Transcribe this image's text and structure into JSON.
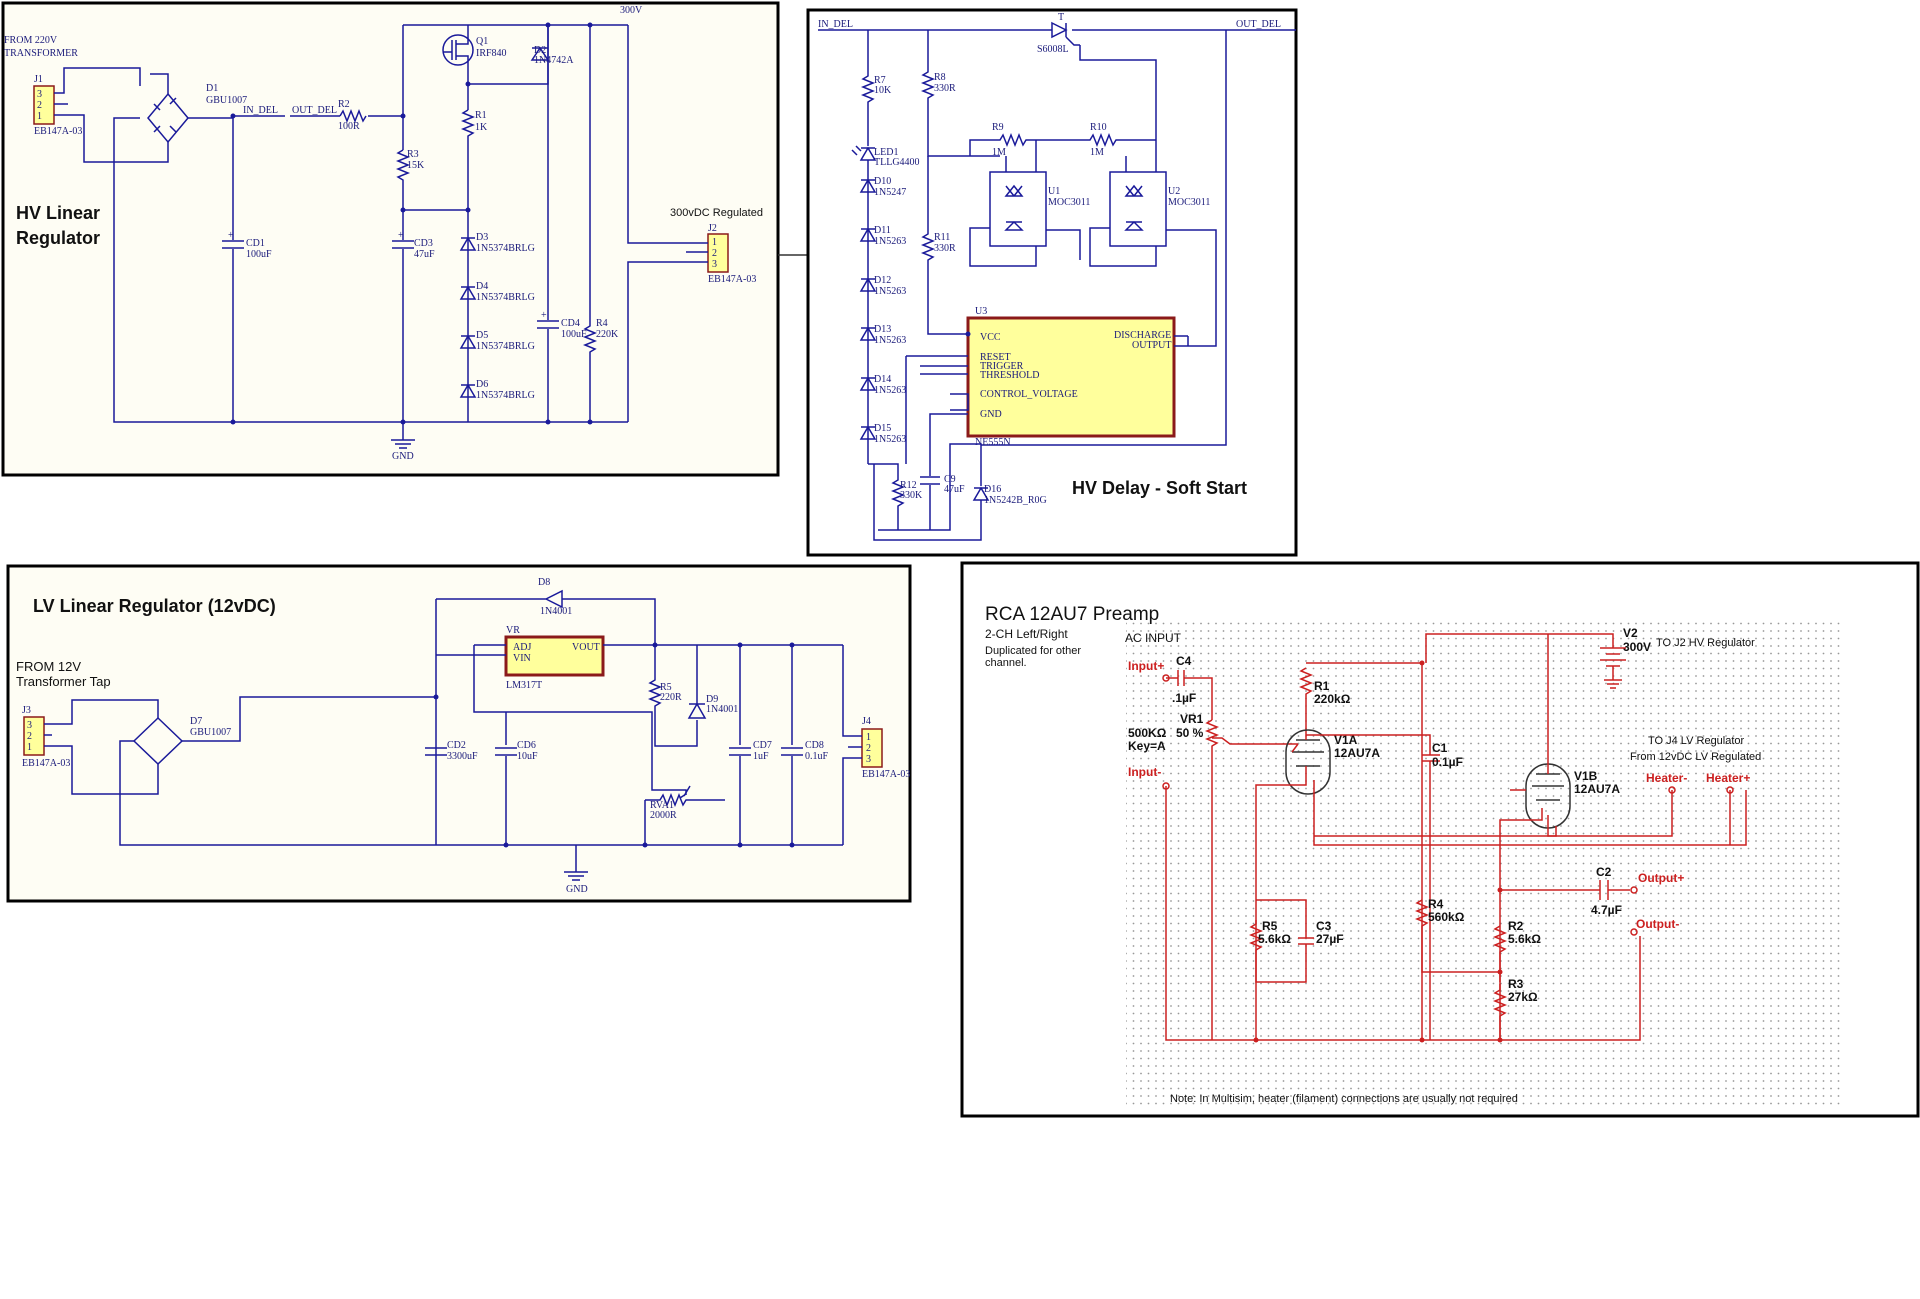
{
  "hv_reg": {
    "title_l1": "HV Linear",
    "title_l2": "Regulator",
    "src_l1": "FROM 220V",
    "src_l2": "TRANSFORMER",
    "j1": "J1",
    "j1_part": "EB147A-03",
    "d1": "D1",
    "d1_part": "GBU1007",
    "in_del": "IN_DEL",
    "out_del": "OUT_DEL",
    "r2": "R2",
    "r2_v": "100R",
    "cd1": "CD1",
    "cd1_v": "100uF",
    "r3": "R3",
    "r3_v": "15K",
    "cd3": "CD3",
    "cd3_v": "47uF",
    "q1": "Q1",
    "q1_part": "IRF840",
    "d2": "D2",
    "d2_part": "1N4742A",
    "r1": "R1",
    "r1_v": "1K",
    "d3": "D3",
    "d4": "D4",
    "d5": "D5",
    "d6": "D6",
    "dz_part": "1N5374BRLG",
    "cd4": "CD4",
    "cd4_v": "100uF",
    "r4": "R4",
    "r4_v": "220K",
    "v300": "300V",
    "out_label": "300vDC Regulated",
    "j2": "J2",
    "j2_part": "EB147A-03",
    "gnd": "GND"
  },
  "hv_delay": {
    "title": "HV Delay - Soft Start",
    "in_del": "IN_DEL",
    "out_del": "OUT_DEL",
    "t": "T",
    "t_part": "S6008L",
    "r7": "R7",
    "r7_v": "10K",
    "r8": "R8",
    "r8_v": "330R",
    "led1": "LED1",
    "led1_part": "TLLG4400",
    "r9": "R9",
    "r9_v": "1M",
    "r10": "R10",
    "r10_v": "1M",
    "u1": "U1",
    "u2": "U2",
    "moc": "MOC3011",
    "d10": "D10",
    "d10_part": "1N5247",
    "d11": "D11",
    "d12": "D12",
    "d13": "D13",
    "d14": "D14",
    "d15": "D15",
    "dz_part": "1N5263",
    "r11": "R11",
    "r11_v": "330R",
    "u3": "U3",
    "u3_part": "NE555N",
    "pins": [
      "VCC",
      "RESET",
      "TRIGGER",
      "THRESHOLD",
      "CONTROL_VOLTAGE",
      "GND",
      "DISCHARGE",
      "OUTPUT"
    ],
    "r12": "R12",
    "r12_v": "330K",
    "c9": "C9",
    "c9_v": "47uF",
    "d16": "D16",
    "d16_part": "1N5242B_R0G"
  },
  "lv_reg": {
    "title": "LV Linear Regulator (12vDC)",
    "src_l1": "FROM 12V",
    "src_l2": "Transformer Tap",
    "j3": "J3",
    "j3_part": "EB147A-03",
    "d7": "D7",
    "d7_part": "GBU1007",
    "d8": "D8",
    "d8_part": "1N4001",
    "vr": "VR",
    "vr_part": "LM317T",
    "adj": "ADJ",
    "vin": "VIN",
    "vout": "VOUT",
    "cd2": "CD2",
    "cd2_v": "3300uF",
    "cd6": "CD6",
    "cd6_v": "10uF",
    "r5": "R5",
    "r5_v": "220R",
    "d9": "D9",
    "d9_part": "1N4001",
    "rva1": "RVA1",
    "rva1_v": "2000R",
    "cd7": "CD7",
    "cd7_v": "1uF",
    "cd8": "CD8",
    "cd8_v": "0.1uF",
    "j4": "J4",
    "j4_part": "EB147A-03",
    "gnd": "GND"
  },
  "preamp": {
    "title": "RCA 12AU7 Preamp",
    "sub1": "2-CH Left/Right",
    "sub2": "Duplicated for other",
    "sub3": "channel.",
    "ac_input": "AC INPUT",
    "input_pos": "Input+",
    "input_neg": "Input-",
    "c4": "C4",
    "c4_v": ".1µF",
    "vr1": "VR1",
    "vr1_pct": "50 %",
    "vr1_v": "500KΩ",
    "vr1_key": "Key=A",
    "v2": "V2",
    "v2_v": "300V",
    "to_j2": "TO J2 HV Regulator",
    "r1": "R1",
    "r1_v": "220kΩ",
    "v1a": "V1A",
    "v1a_part": "12AU7A",
    "c1": "C1",
    "c1_v": "0.1µF",
    "to_j4": "TO J4 LV Regulator",
    "from_lv": "From 12vDC LV Regulated",
    "heater_neg": "Heater-",
    "heater_pos": "Heater+",
    "v1b": "V1B",
    "v1b_part": "12AU7A",
    "c2": "C2",
    "c2_v": "4.7µF",
    "output_pos": "Output+",
    "output_neg": "Output-",
    "r5": "R5",
    "r5_v": "5.6kΩ",
    "c3": "C3",
    "c3_v": "27µF",
    "r4": "R4",
    "r4_v": "560kΩ",
    "r2": "R2",
    "r2_v": "5.6kΩ",
    "r3": "R3",
    "r3_v": "27kΩ",
    "note": "Note: In Multisim, heater (filament) connections are usually not required"
  },
  "colors": {
    "wire_blue": "#1a1a9a",
    "wire_red": "#cc2020",
    "ic_fill": "#ffff9c",
    "ic_border": "#8b1a1a"
  }
}
